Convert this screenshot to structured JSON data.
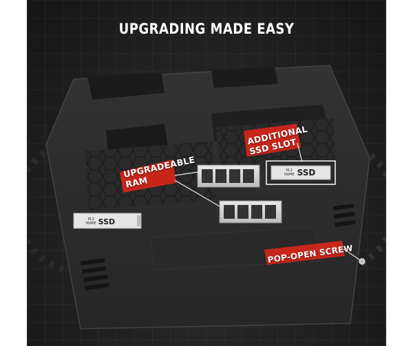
{
  "title": "UPGRADING MADE EASY",
  "labels": {
    "ram_line1": "UPGRADEABLE",
    "ram_line2": "RAM",
    "ssd_slot_line1": "ADDITIONAL",
    "ssd_slot_line2": "SSD SLOT",
    "screw": "POP-OPEN SCREW"
  },
  "ssd_left": {
    "small_top": "M.2",
    "small_bottom": "NVME",
    "big": "SSD"
  },
  "ssd_right": {
    "small_top": "M.2",
    "small_bottom": "NVME",
    "big": "SSD"
  },
  "colors": {
    "accent_red": "#c8261b",
    "chassis": "#2d2d2d",
    "background": "#1c1c1c"
  }
}
